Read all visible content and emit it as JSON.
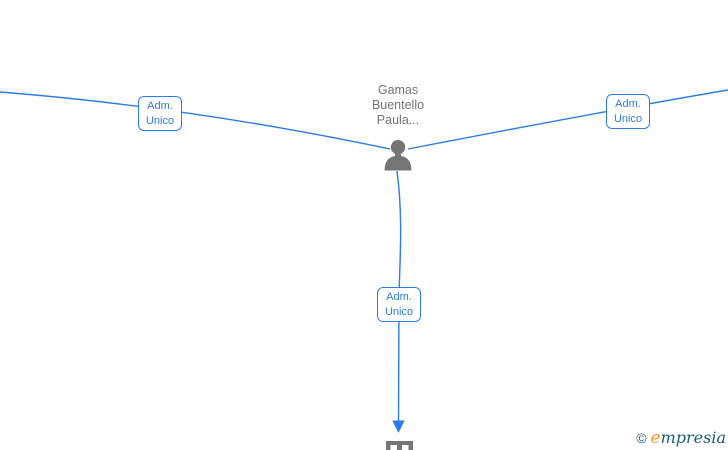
{
  "nodes": {
    "person": {
      "label_line1": "Gamas",
      "label_line2": "Buentello",
      "label_line3": "Paula...",
      "icon": "person-icon"
    },
    "company": {
      "icon": "building-icon"
    }
  },
  "edges": {
    "left": {
      "label_line1": "Adm.",
      "label_line2": "Unico"
    },
    "right": {
      "label_line1": "Adm.",
      "label_line2": "Unico"
    },
    "bottom": {
      "label_line1": "Adm.",
      "label_line2": "Unico"
    }
  },
  "watermark": {
    "copyright_symbol": "©",
    "brand_first_letter": "e",
    "brand_rest": "mpresia"
  },
  "colors": {
    "edge_blue": "#2B7CE9",
    "label_border_blue": "#2B7CE9",
    "label_text_blue": "#2B7CE9",
    "node_icon_gray": "#757575",
    "node_title_gray": "#737373",
    "logo_teal": "#1B5D74",
    "logo_orange": "#F7941E",
    "background": "#FFFFFF"
  }
}
